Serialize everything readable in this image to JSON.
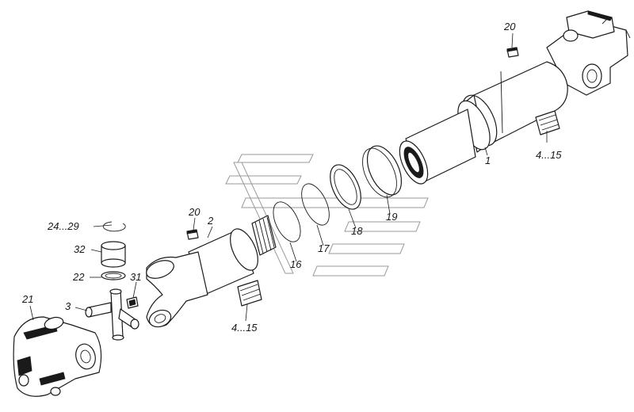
{
  "labels": {
    "l1": "1",
    "l2": "2",
    "l3": "3",
    "l4_15_top": "4...15",
    "l4_15_bottom": "4...15",
    "l16": "16",
    "l17": "17",
    "l18": "18",
    "l19": "19",
    "l20_top": "20",
    "l20_mid": "20",
    "l21": "21",
    "l22": "22",
    "l24_29": "24...29",
    "l31": "31",
    "l32": "32"
  }
}
